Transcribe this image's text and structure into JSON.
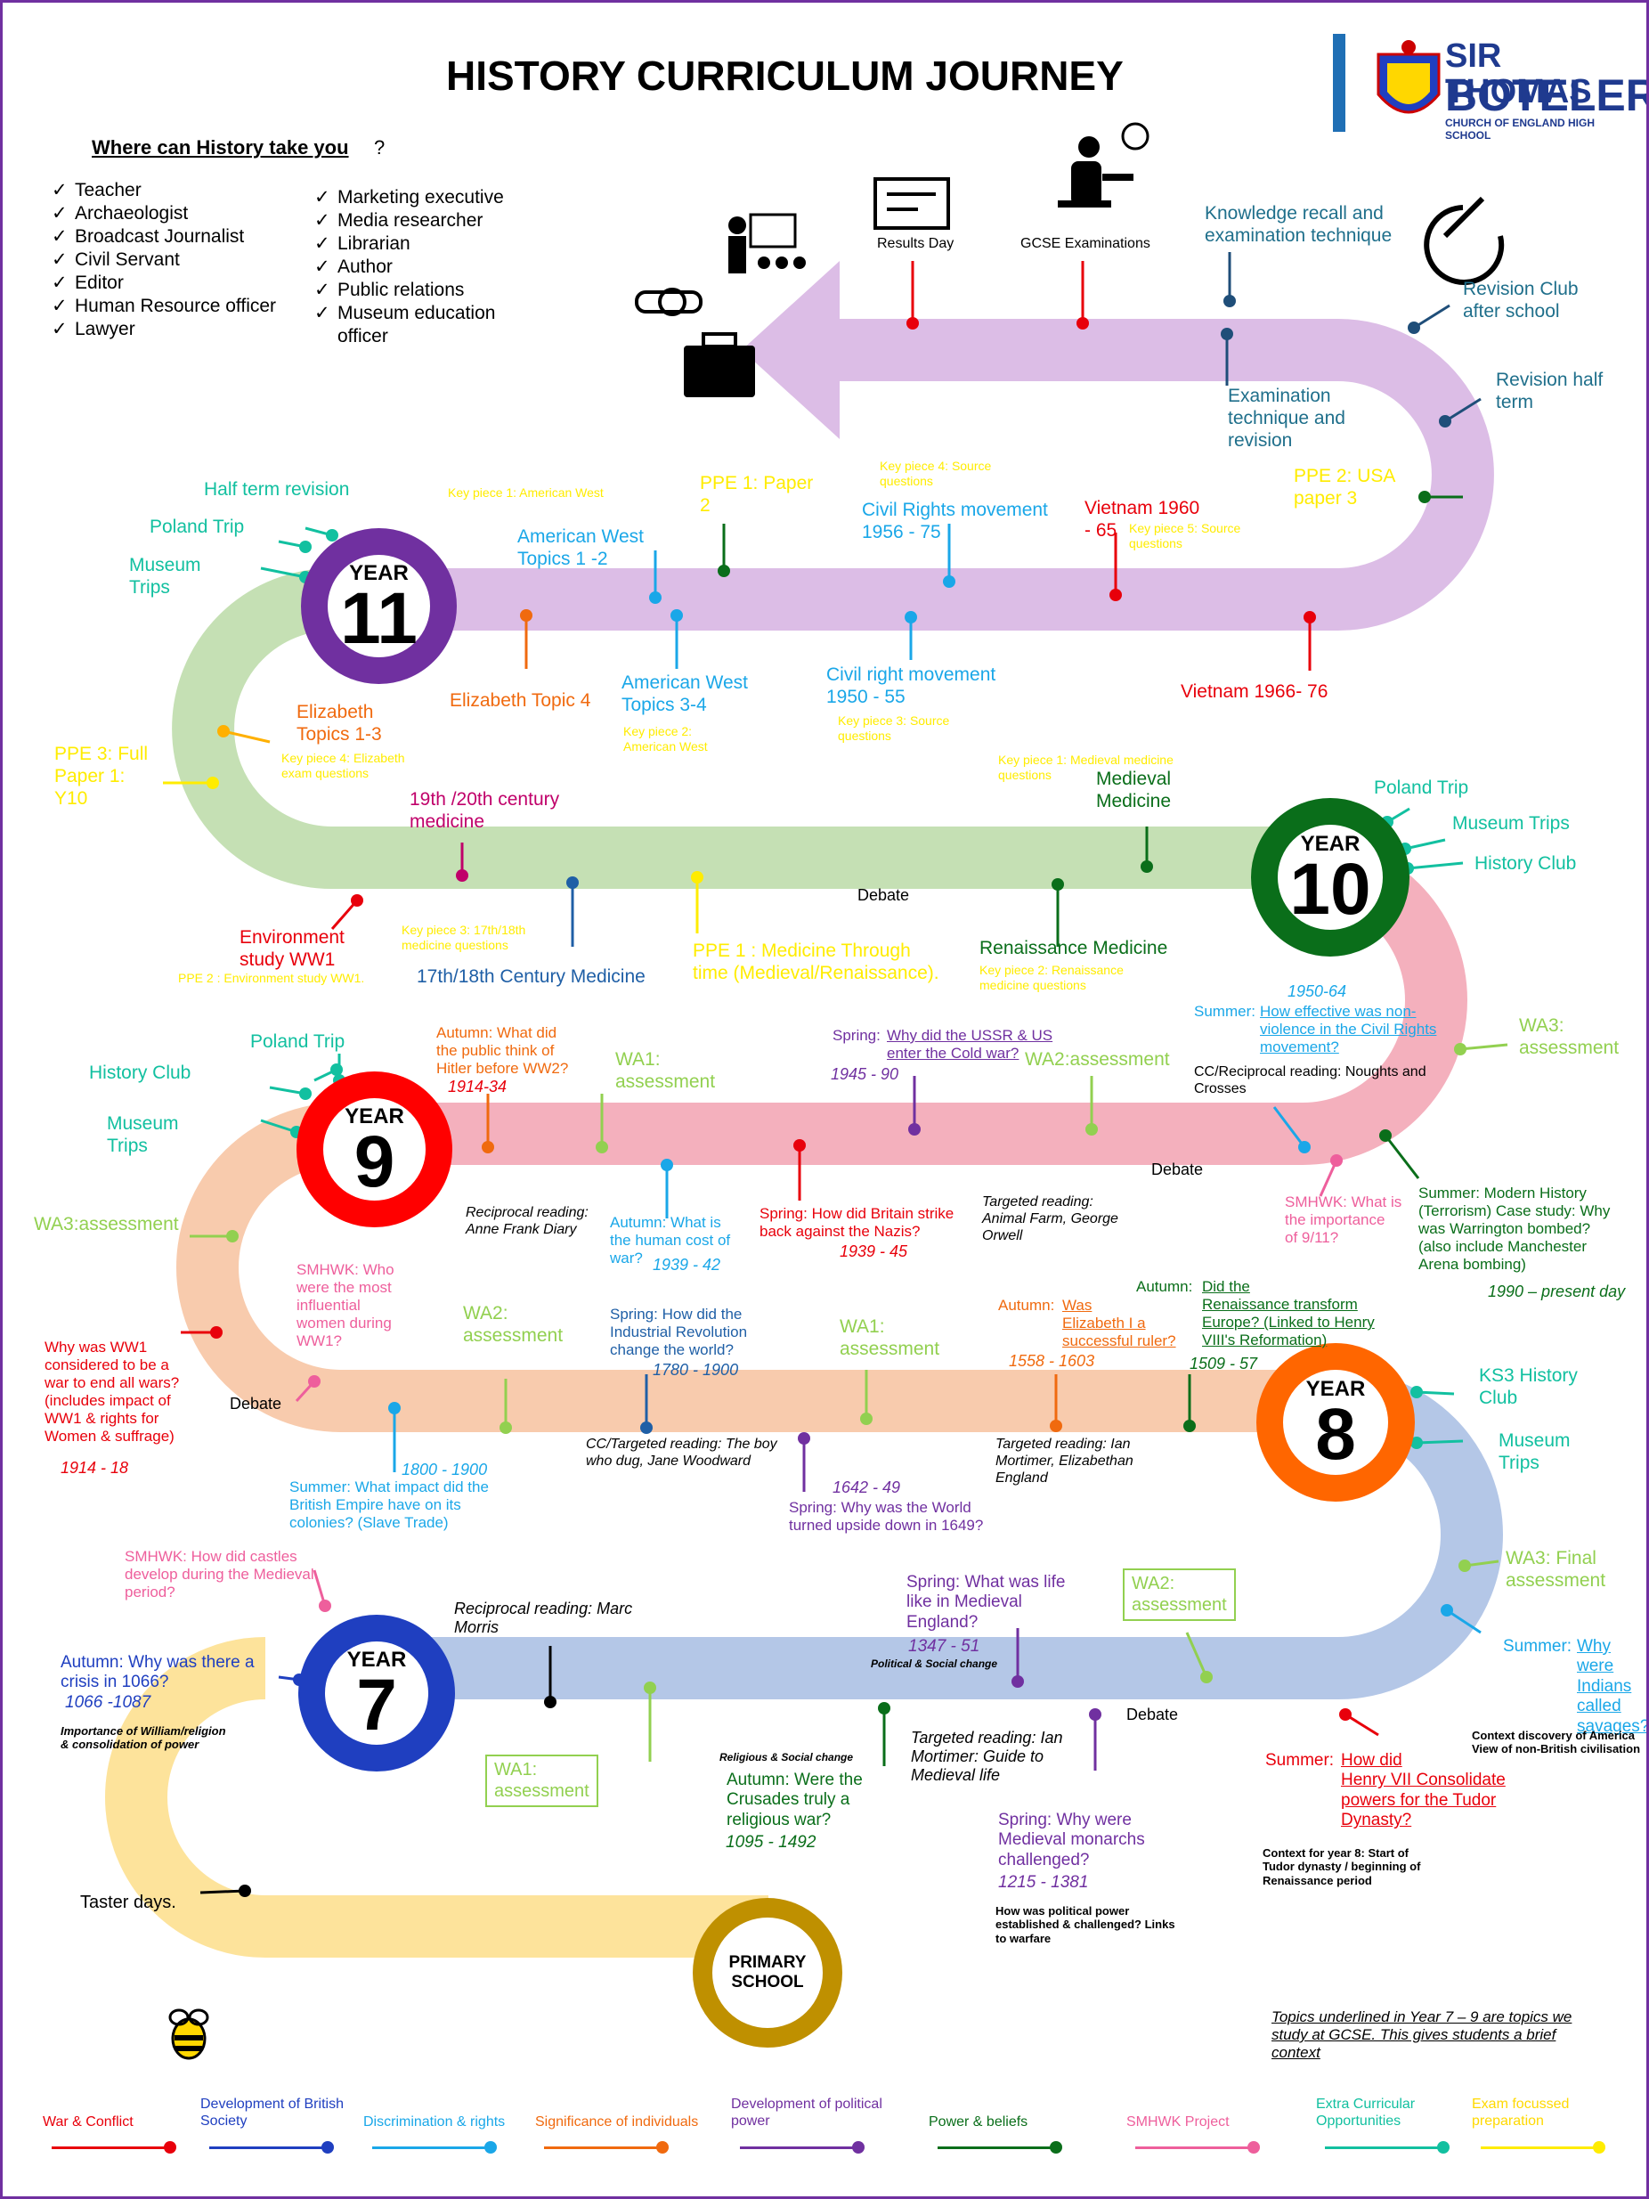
{
  "title": "HISTORY CURRICULUM JOURNEY",
  "school": {
    "line1": "SIR THOMAS",
    "line2": "BOTELER",
    "line3": "CHURCH OF ENGLAND HIGH SCHOOL"
  },
  "careers": {
    "heading": "Where can History take you",
    "heading_suffix": "?",
    "col1": [
      "Teacher",
      "Archaeologist",
      "Broadcast Journalist",
      "Civil Servant",
      "Editor",
      "Human  Resource officer",
      "Lawyer"
    ],
    "col2": [
      "Marketing executive",
      "Media researcher",
      "Librarian",
      "Author",
      "Public relations",
      "Museum education officer"
    ]
  },
  "finish": {
    "results": "Results Day",
    "gcse": "GCSE Examinations"
  },
  "year11": {
    "label": "YEAR",
    "number": "11",
    "revision_recall": "Knowledge recall and\nexamination  technique",
    "revision_club": "Revision Club\nafter school",
    "revision_half": "Revision half\nterm",
    "exam_tech": "Examination\ntechnique  and\nrevision",
    "ppe2": "PPE 2: USA\npaper 3",
    "key5": "Key piece 5: Source\nquestions",
    "vietnam60": "Vietnam 1960\n- 65",
    "key4": "Key piece 4: Source\nquestions",
    "civil56": "Civil Rights movement\n1956 - 75",
    "ppe1": "PPE 1: Paper\n2",
    "key1": "Key piece 1: American West",
    "aw12": "American West\nTopics 1 -2",
    "half_term": "Half term revision",
    "poland": "Poland Trip",
    "museum": "Museum\nTrips",
    "eliz4": "Elizabeth Topic 4",
    "aw34": "American West\nTopics 3-4",
    "key2": "Key piece 2:\nAmerican West",
    "civil50": "Civil right movement\n1950 - 55",
    "key3": "Key piece 3: Source\nquestions",
    "vietnam66": "Vietnam 1966- 76",
    "eliz13": "Elizabeth\nTopics 1-3",
    "key4e": "Key piece 4: Elizabeth\nexam questions",
    "ppe3": "PPE 3: Full\nPaper 1:\nY10"
  },
  "year10": {
    "label": "YEAR",
    "number": "10",
    "poland": "Poland Trip",
    "museum": "Museum Trips",
    "history_club": "History Club",
    "key1": "Key piece 1: Medieval medicine\nquestions",
    "medieval": "Medieval\nMedicine",
    "c19": "19th /20th century\nmedicine",
    "debate": "Debate",
    "env": "Environment\nstudy WW1",
    "ppe2": "PPE 2 : Environment study WW1.",
    "key3": "Key piece 3: 17th/18th\nmedicine questions",
    "c17": "17th/18th Century Medicine",
    "ppe1": "PPE 1 : Medicine Through\ntime (Medieval/Renaissance).",
    "renaissance": "Renaissance Medicine",
    "key2": "Key piece 2: Renaissance\nmedicine questions",
    "dates5064": "1950-64",
    "summer_nv": "How effective was non-\nviolence in the Civil Rights\nmovement?",
    "summer_label": "Summer: ",
    "cc_noughts": "CC/Reciprocal reading:  Noughts  and\nCrosses",
    "wa3": "WA3:\nassessment"
  },
  "year9": {
    "label": "YEAR",
    "number": "9",
    "poland": "Poland Trip",
    "history_club": "History Club",
    "museum": "Museum\nTrips",
    "wa3": "WA3:assessment",
    "autumn_hitler": "Autumn: What did\nthe public think of\nHitler before WW2?",
    "dates1434": "1914-34",
    "wa1": "WA1:\nassessment",
    "spring_ussr_pre": "Spring: ",
    "spring_ussr": "Why did the USSR & US\nenter the Cold war?",
    "dates4590": "1945 - 90",
    "wa2": "WA2:assessment",
    "debate": "Debate",
    "recip_anne": "Reciprocal reading:\nAnne Frank Diary",
    "autumn_cost": "Autumn: What is\nthe human cost of\nwar?",
    "dates3942": "1939 - 42",
    "spring_nazi": "Spring: How did Britain strike\nback against the Nazis?",
    "dates3945": "1939 - 45",
    "targeted_af": "Targeted reading:\nAnimal Farm, George\nOrwell",
    "smhwk_911": "SMHWK: What is\nthe importance\nof 9/11?",
    "summer_terror": "Summer: Modern History\n(Terrorism) Case study: Why\nwas Warrington bombed?\n(also include Manchester\nArena bombing)",
    "dates1990": "1990 – present day"
  },
  "year8": {
    "label": "YEAR",
    "number": "8",
    "ww1": "Why was WW1\nconsidered to be a\nwar to end all wars?\n(includes impact of\nWW1 & rights for\nWomen & suffrage)",
    "dates1418": "1914 - 18",
    "debate": "Debate",
    "smhwk_women": "SMHWK: Who\nwere the most\ninfluential\nwomen during\nWW1?",
    "wa2": "WA2:\nassessment",
    "spring_ind": "Spring: How did the\nIndustrial Revolution\nchange the world?",
    "dates1780": "1780 - 1900",
    "wa1": "WA1:\nassessment",
    "autumn_eliz_pre": "Autumn: ",
    "autumn_eliz": "Was\nElizabeth I a\nsuccessful ruler?",
    "dates1558": "1558 - 1603",
    "autumn_ren_pre": "Autumn: ",
    "autumn_ren": "Did the\nRenaissance transform\nEurope? (Linked to Henry\nVIII's Reformation)",
    "dates1509": "1509 - 57",
    "ks3_club": "KS3 History\nClub",
    "museum": "Museum\nTrips",
    "dates1800": "1800 - 1900",
    "summer_empire": "Summer: What impact did the\nBritish Empire have on its\ncolonies? (Slave Trade)",
    "cc_boy": "CC/Targeted reading: The boy\nwho  dug, Jane Woodward",
    "dates1642": "1642 - 49",
    "spring_upside": "Spring: Why was the World\nturned upside down in 1649?",
    "targeted_ian": "Targeted reading: Ian\nMortimer, Elizabethan\nEngland",
    "wa3": "WA3: Final\nassessment",
    "summer_ind_pre": "Summer: ",
    "summer_ind": "Why\nwere Indians\ncalled\nsavages?",
    "context_am": "Context discovery of America\nView of non-British civilisation"
  },
  "year7": {
    "label": "YEAR",
    "number": "7",
    "smhwk_castles": "SMHWK: How did castles\ndevelop during the Medieval\nperiod?",
    "recip_marc": "Reciprocal reading: Marc\nMorris",
    "spring_life": "Spring: What was life\nlike in Medieval\nEngland?",
    "dates1347": "1347 - 51",
    "pol_soc": "Political & Social change",
    "wa2": "WA2:\nassessment",
    "debate": "Debate",
    "autumn_1066": "Autumn: Why was there a\ncrisis in 1066?",
    "dates1066": "1066 -1087",
    "importance": "Importance of William/religion\n& consolidation of power",
    "wa1": "WA1:\nassessment",
    "rel_soc": "Religious & Social change",
    "autumn_crusades": "Autumn: Were the\nCrusades truly a\nreligious war?",
    "dates1095": "1095 - 1492",
    "targeted_ian": "Targeted reading: Ian\nMortimer: Guide to\nMedieval life",
    "spring_monarchs": "Spring: Why were\nMedieval monarchs\nchallenged?",
    "dates1215": "1215 - 1381",
    "pol_power": "How was political power\nestablished & challenged? Links\nto warfare",
    "summer_tudor_pre": "Summer: ",
    "summer_tudor": "How did\nHenry VII Consolidate\npowers for the Tudor\nDynasty?",
    "context_tudor": "Context for year 8: Start of\nTudor dynasty / beginning of\nRenaissance period",
    "taster": "Taster days."
  },
  "primary": "PRIMARY\nSCHOOL",
  "gcse_note": "Topics underlined in Year 7 – 9 are topics we\nstudy at GCSE.  This gives students a brief\ncontext",
  "legend": [
    {
      "label": "War & Conflict",
      "color": "#e8000b"
    },
    {
      "label": "Development of British\nSociety",
      "color": "#1f3fc0"
    },
    {
      "label": "Discrimination & rights",
      "color": "#1aa7e8"
    },
    {
      "label": "Significance of individuals",
      "color": "#f06a0f"
    },
    {
      "label": "Development of political\npower",
      "color": "#7030a0"
    },
    {
      "label": "Power & beliefs",
      "color": "#0a6e1a"
    },
    {
      "label": "SMHWK Project",
      "color": "#ee5f9c"
    },
    {
      "label": "Extra Curricular\nOpportunities",
      "color": "#12c0a0"
    },
    {
      "label": "Exam focussed\npreparation",
      "color": "#ffec00"
    }
  ],
  "colors": {
    "y11_band": "#dcbde6",
    "y10_band": "#c5e0b4",
    "y9_band": "#f4b0bd",
    "y8_band": "#f8cbad",
    "y7_band": "#b4c7e7",
    "primary_band": "#fde39b",
    "y11_ring": "#7030a0",
    "y10_ring": "#0a6e1a",
    "y9_ring": "#ff0000",
    "y8_ring": "#ff6600",
    "y7_ring": "#1f3fc0",
    "primary_ring": "#bf9000"
  }
}
